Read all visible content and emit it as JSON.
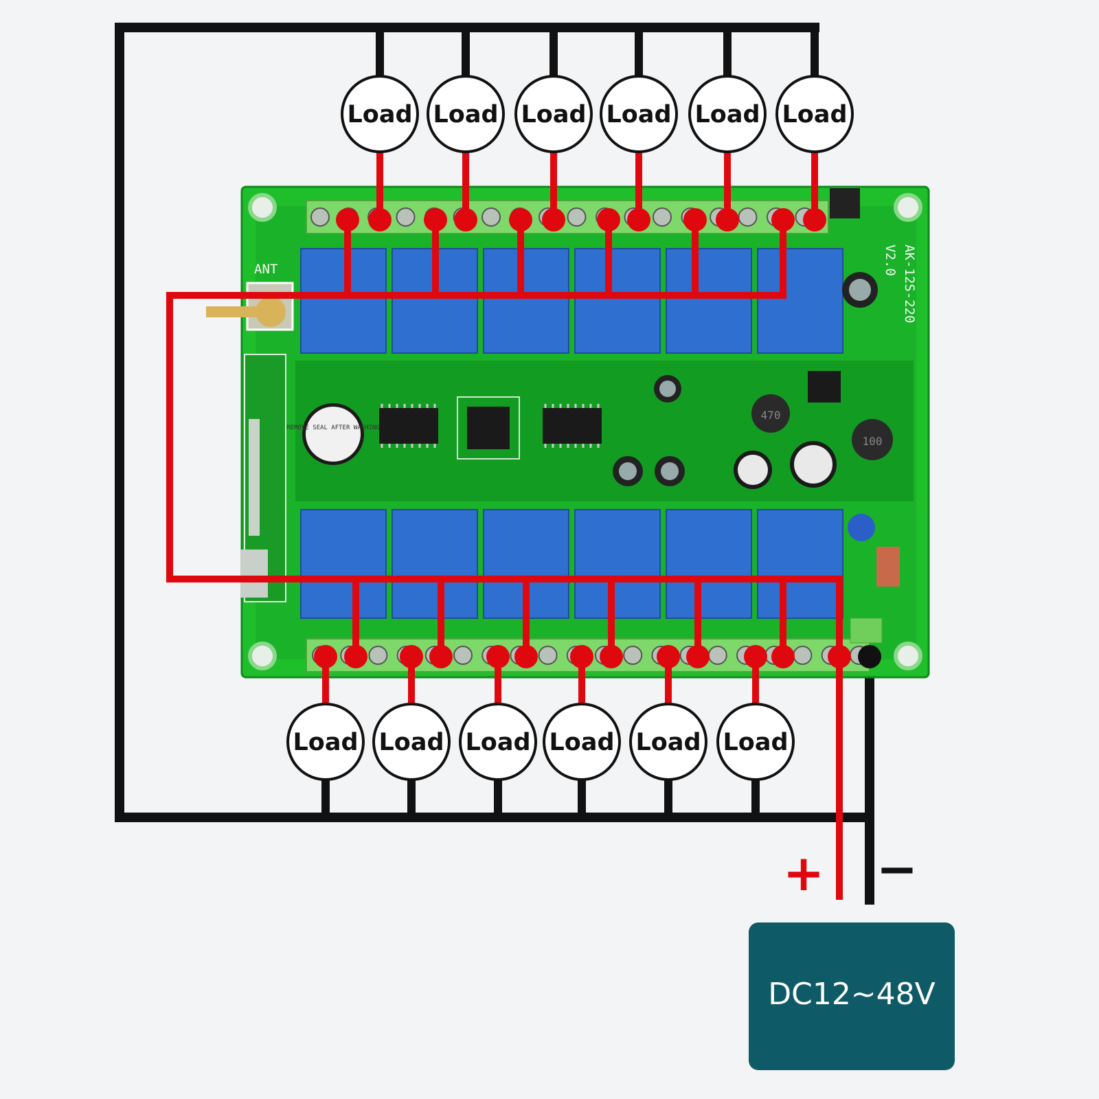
{
  "colors": {
    "background": "#f2f4f6",
    "wire_positive": "#e0080f",
    "wire_negative": "#111111",
    "pcb": "#1fbf2c",
    "pcb_dark": "#0f7a1c",
    "relay": "#2f6fd0",
    "terminal": "#7fd86a",
    "psu_box": "#0e5a66"
  },
  "board": {
    "antenna_label": "ANT",
    "model_label": "AK-12S-220",
    "version_label": "V2.0",
    "buzzer_label": "REMOVE SEAL AFTER WASHING",
    "inductor_label_1": "470",
    "inductor_label_2": "100"
  },
  "loads": {
    "top": [
      "Load",
      "Load",
      "Load",
      "Load",
      "Load",
      "Load"
    ],
    "bottom": [
      "Load",
      "Load",
      "Load",
      "Load",
      "Load",
      "Load"
    ]
  },
  "power": {
    "positive_symbol": "+",
    "negative_symbol": "−",
    "supply_label": "DC12~48V"
  }
}
